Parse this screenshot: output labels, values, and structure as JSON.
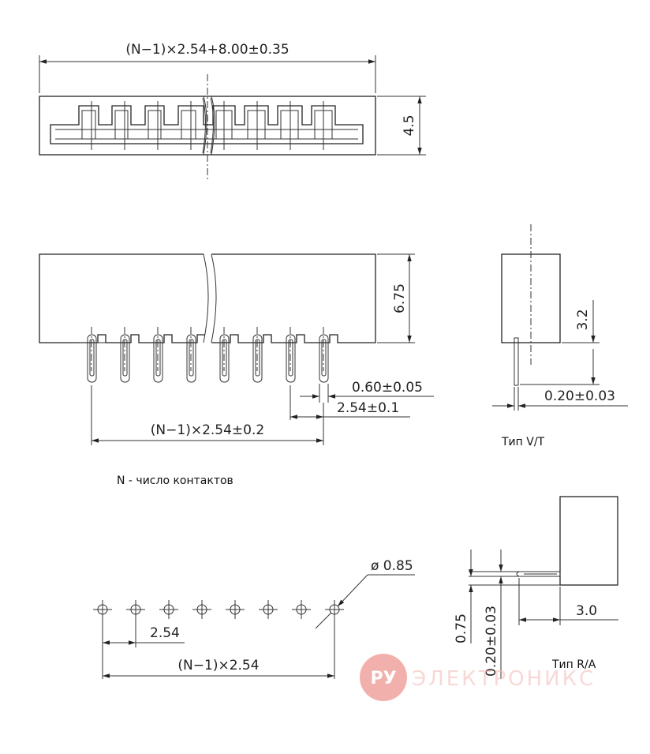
{
  "top_view": {
    "overall_length": "(N−1)×2.54+8.00±0.35",
    "height": "4.5"
  },
  "front_view": {
    "body_height": "6.75",
    "pin_width": "0.60±0.05",
    "pitch": "2.54±0.1",
    "pin_span": "(N−1)×2.54±0.2"
  },
  "side_view_vt": {
    "pin_length": "3.2",
    "pin_thickness": "0.20±0.03",
    "caption": "Тип  V/T"
  },
  "note": "N  - число контактов",
  "footprint": {
    "hole_diameter": "ø 0.85",
    "pitch": "2.54",
    "span": "(N−1)×2.54"
  },
  "side_view_ra": {
    "pin_offset": "0.75",
    "pin_thickness": "0.20±0.03",
    "pin_length": "3.0",
    "caption": "Тип  R/A"
  },
  "watermark": {
    "logo": "РУ",
    "text": "ЭЛЕКТРОНИКС",
    "color": "#e8706a"
  }
}
